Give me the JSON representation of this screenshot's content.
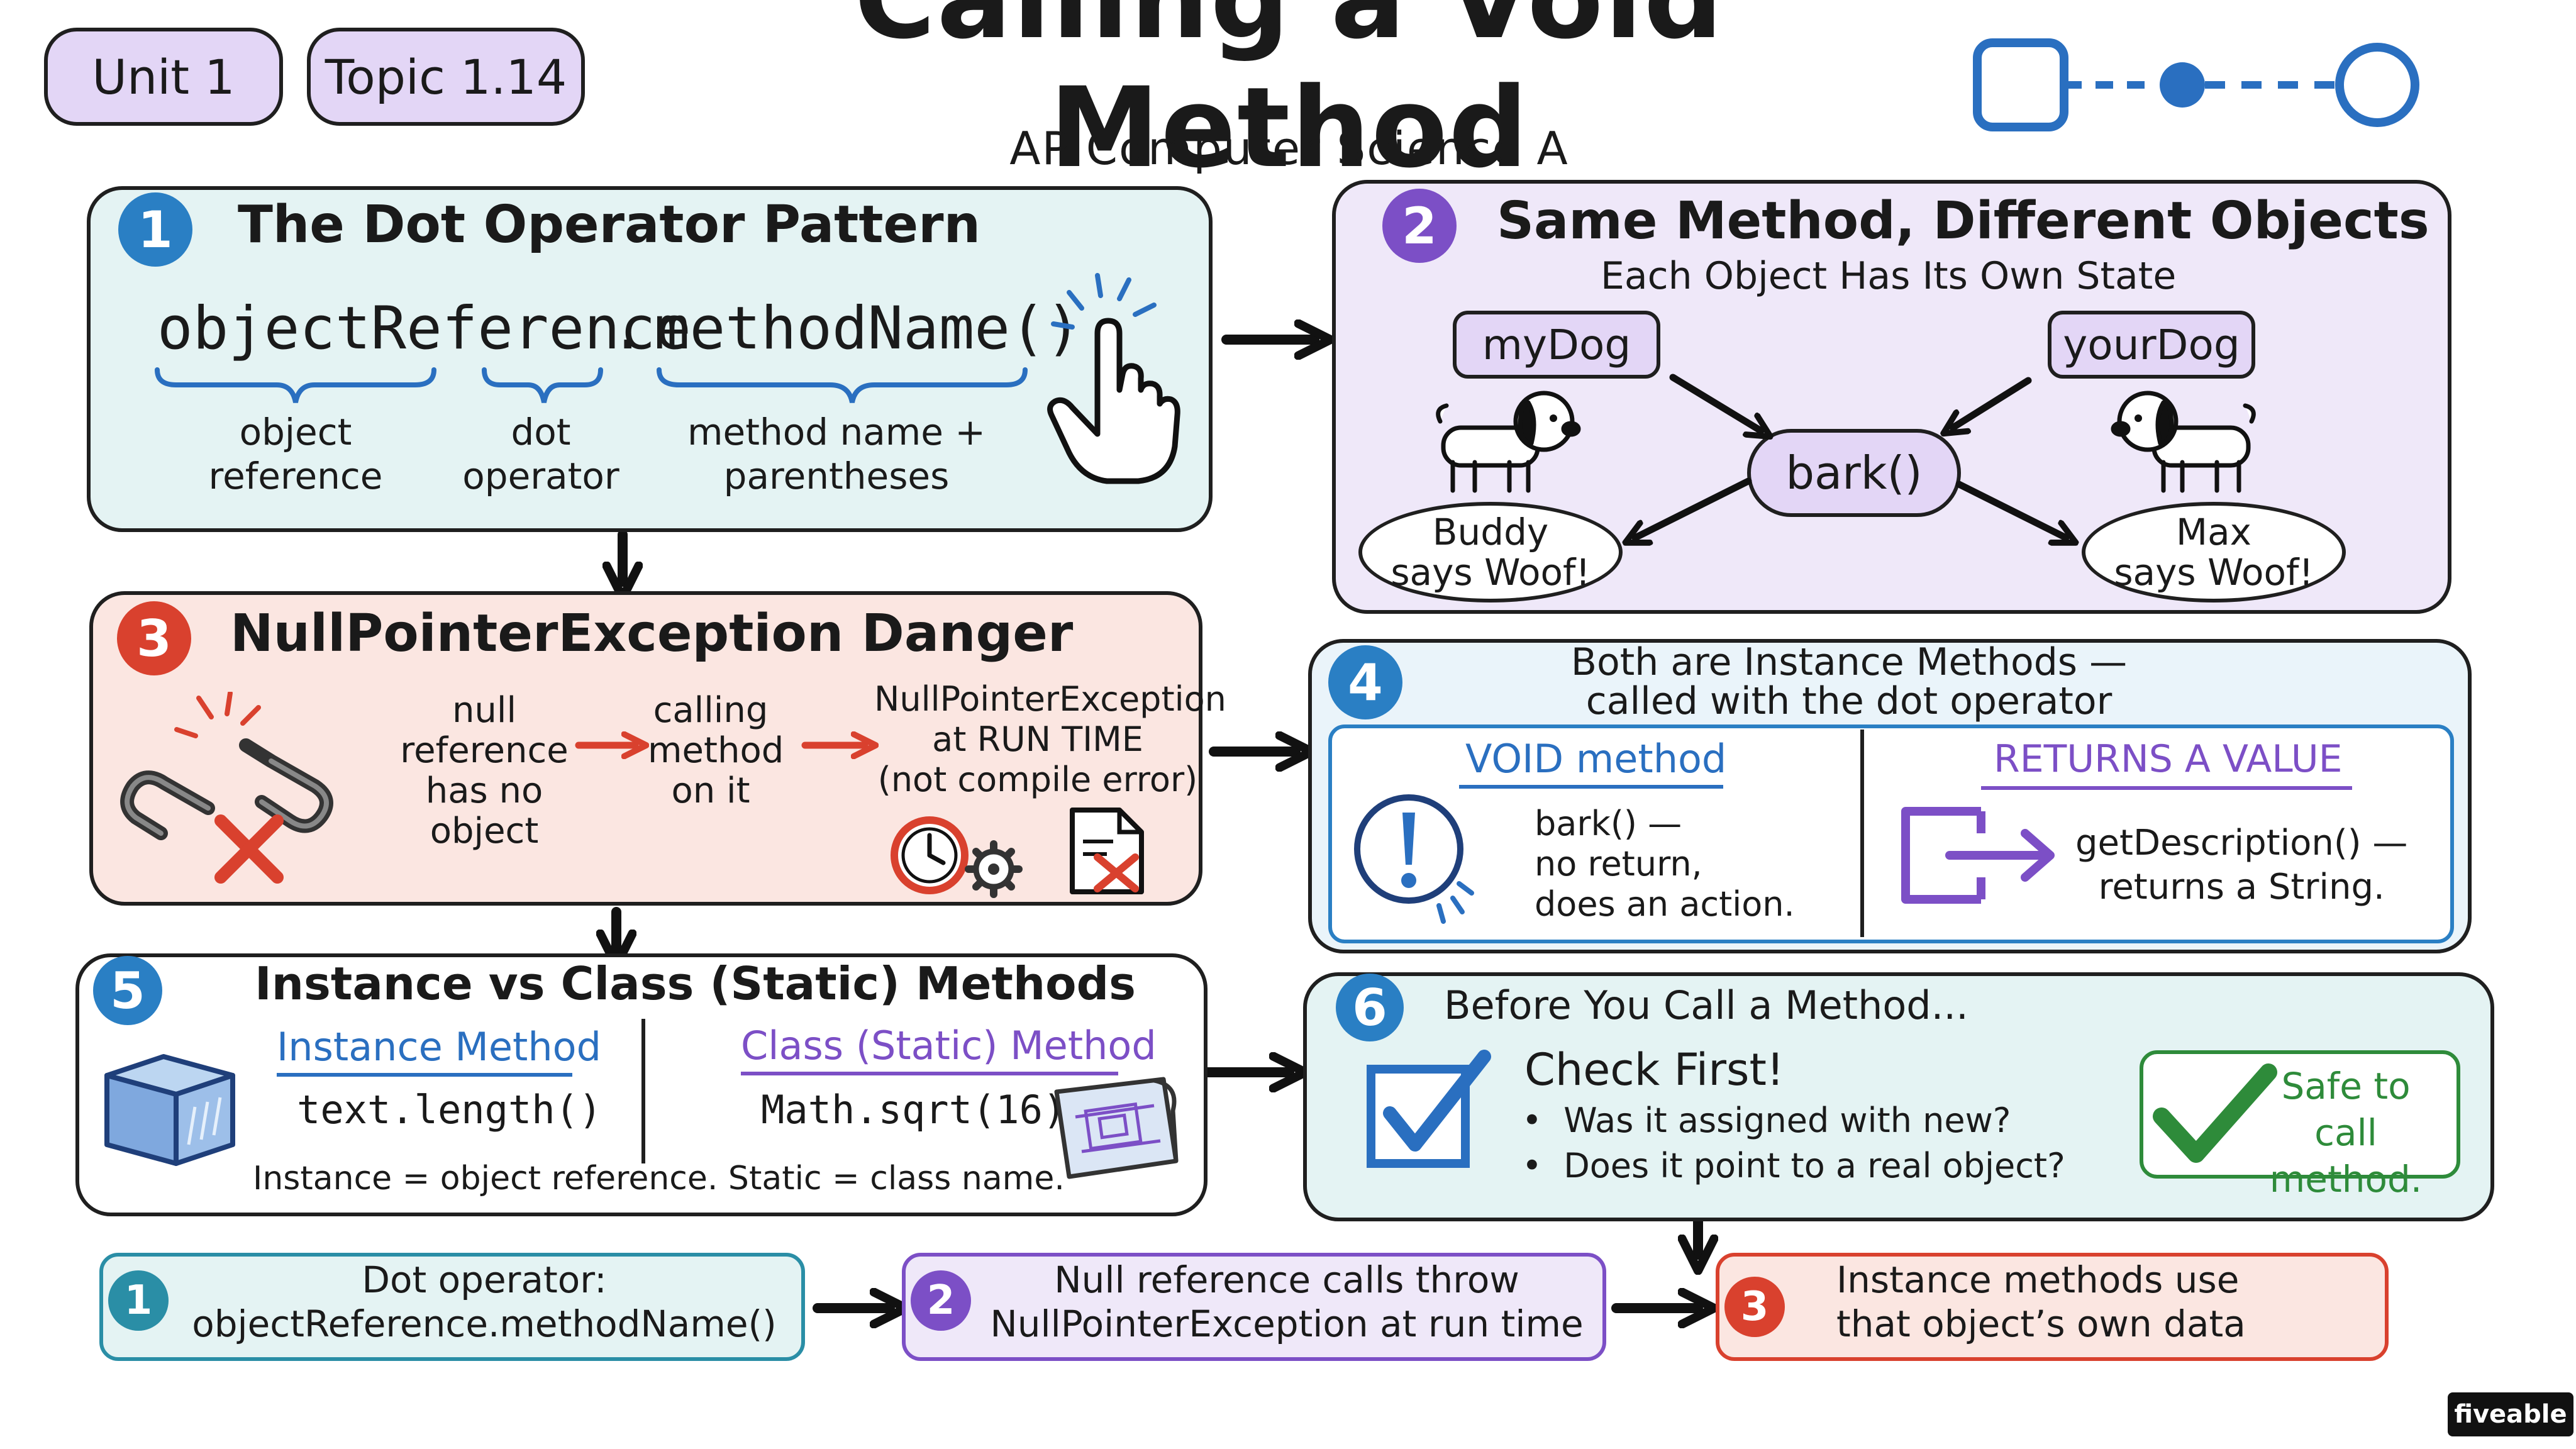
{
  "header": {
    "unit": "Unit 1",
    "topic": "Topic 1.14",
    "title": "Calling a Void Method",
    "subtitle": "AP Computer Science A"
  },
  "panel1": {
    "number": "1",
    "heading": "The Dot Operator Pattern",
    "code_object": "objectReference",
    "code_dot": ".",
    "code_method": "methodName()",
    "label_object": [
      "object",
      "reference"
    ],
    "label_dot": [
      "dot",
      "operator"
    ],
    "label_method": [
      "method name +",
      "parentheses"
    ],
    "icon": "pointing-hand-icon"
  },
  "panel2": {
    "number": "2",
    "heading": "Same Method, Different Objects",
    "subheading": "Each Object Has Its Own State",
    "obj_left": "myDog",
    "obj_right": "yourDog",
    "method": "bark()",
    "speech_left": [
      "Buddy",
      "says Woof!"
    ],
    "speech_right": [
      "Max",
      "says Woof!"
    ],
    "icon": "dog-icon"
  },
  "panel3": {
    "number": "3",
    "heading": "NullPointerException Danger",
    "step1": [
      "null",
      "reference",
      "has no object"
    ],
    "step2": [
      "calling",
      "method",
      "on it"
    ],
    "step3": [
      "NullPointerException",
      "at RUN TIME",
      "(not compile error)"
    ],
    "icons": [
      "broken-chain-icon",
      "red-x-icon",
      "clock-icon",
      "gear-icon",
      "error-document-icon"
    ]
  },
  "panel4": {
    "number": "4",
    "heading": [
      "Both are Instance Methods —",
      "called with the dot operator"
    ],
    "left_title": "VOID method",
    "left_body": [
      "bark() —",
      "no return,",
      "does an action."
    ],
    "right_title": "RETURNS A VALUE",
    "right_body": [
      "getDescription() —",
      "returns a String."
    ],
    "icons": [
      "exclamation-icon",
      "return-arrow-icon"
    ]
  },
  "panel5": {
    "number": "5",
    "heading": "Instance vs Class (Static) Methods",
    "left_title": "Instance Method",
    "left_code": "text.length()",
    "right_title": "Class (Static) Method",
    "right_code": "Math.sqrt(16)",
    "footer": "Instance = object reference. Static = class name.",
    "icons": [
      "cube-icon",
      "blueprint-icon"
    ]
  },
  "panel6": {
    "number": "6",
    "heading": "Before You Call a Method...",
    "check_title": "Check First!",
    "checks": [
      "Was it assigned with new?",
      "Does it point to a real object?"
    ],
    "safe": [
      "Safe to",
      "call method."
    ],
    "icons": [
      "checkbox-icon",
      "checkmark-icon"
    ]
  },
  "summary": [
    {
      "number": "1",
      "lines": [
        "Dot operator:",
        "objectReference.methodName()"
      ]
    },
    {
      "number": "2",
      "lines": [
        "Null reference calls throw",
        "NullPointerException at run time"
      ]
    },
    {
      "number": "3",
      "lines": [
        "Instance methods use",
        "that object’s own data"
      ]
    }
  ],
  "brand": "fiveable",
  "colors": {
    "panel1_bg": "#e4f3f3",
    "panel2_bg": "#efe8f9",
    "panel3_bg": "#fbe6e1",
    "panel4_bg": "#eaf4fa",
    "panel5_bg": "#ffffff",
    "panel6_bg": "#e4f3f3",
    "accent_blue": "#2a7fc4",
    "accent_purple": "#7c4fc6",
    "accent_red": "#d9412e",
    "accent_green": "#2e8b3a"
  }
}
